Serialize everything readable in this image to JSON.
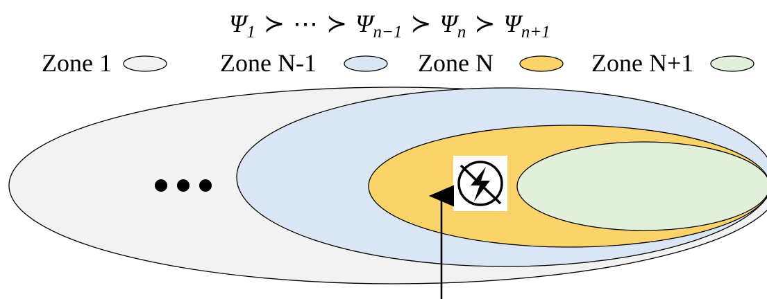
{
  "formula": {
    "terms": [
      {
        "base": "Ψ",
        "sub": "1"
      },
      {
        "base": "Ψ",
        "sub": "n−1"
      },
      {
        "base": "Ψ",
        "sub": "n"
      },
      {
        "base": "Ψ",
        "sub": "n+1"
      }
    ],
    "relation": "≻",
    "ellipsis": "⋯"
  },
  "legend": [
    {
      "label": "Zone 1",
      "fill": "#f2f2f2"
    },
    {
      "label": "Zone N-1",
      "fill": "#dae6f3"
    },
    {
      "label": "Zone N",
      "fill": "#fbd36b"
    },
    {
      "label": "Zone N+1",
      "fill": "#e2efda"
    }
  ],
  "diagram": {
    "outline_color": "#000000",
    "dots": "•••",
    "icon": "no-power-lightning-icon"
  }
}
